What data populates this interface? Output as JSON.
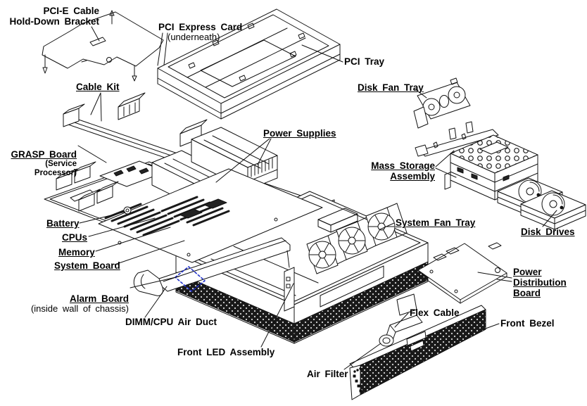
{
  "colors": {
    "background": "#ffffff",
    "line": "#111111",
    "alarm_board_highlight": "#2233cc"
  },
  "labels": {
    "pci_e_bracket": {
      "text": "PCI-E Cable\nHold-Down Bracket"
    },
    "pci_express_card": {
      "text": "PCI Express Card",
      "sub": "(underneath)"
    },
    "pci_tray": {
      "text": "PCI Tray"
    },
    "cable_kit": {
      "text": "Cable Kit"
    },
    "disk_fan_tray": {
      "text": "Disk Fan Tray"
    },
    "grasp_board": {
      "text": "GRASP Board",
      "sub": "(Service Processor)"
    },
    "power_supplies": {
      "text": "Power Supplies"
    },
    "mass_storage": {
      "text": "Mass Storage\nAssembly"
    },
    "battery": {
      "text": "Battery"
    },
    "cpus": {
      "text": "CPUs"
    },
    "memory": {
      "text": "Memory"
    },
    "system_board": {
      "text": "System Board"
    },
    "system_fan_tray": {
      "text": "System Fan Tray"
    },
    "disk_drives": {
      "text": "Disk Drives"
    },
    "alarm_board": {
      "text": "Alarm Board",
      "sub": "(inside wall of chassis)"
    },
    "power_distribution_board": {
      "text": "Power\nDistribution\nBoard"
    },
    "dimm_cpu_air_duct": {
      "text": "DIMM/CPU Air Duct"
    },
    "front_led_assembly": {
      "text": "Front LED Assembly"
    },
    "flex_cable": {
      "text": "Flex Cable"
    },
    "front_bezel": {
      "text": "Front Bezel"
    },
    "air_filter": {
      "text": "Air Filter"
    }
  }
}
